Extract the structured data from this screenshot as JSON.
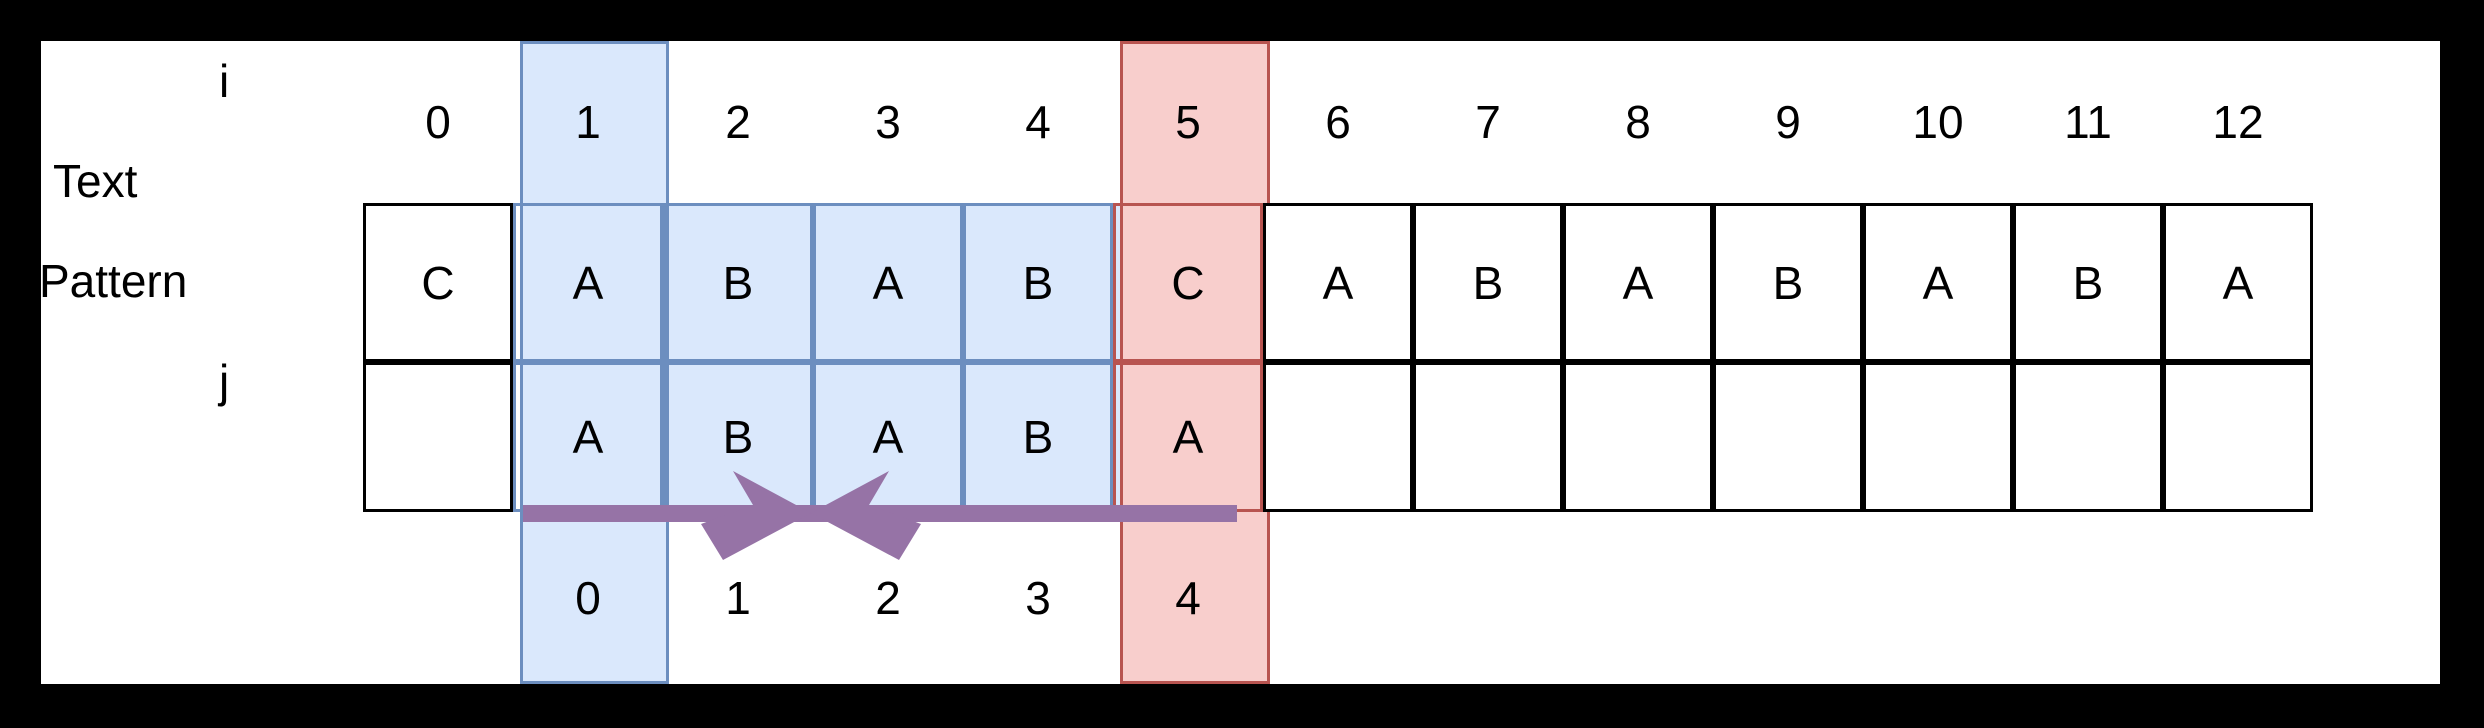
{
  "diagram": {
    "title": "string pattern matching alignment table",
    "row_labels": {
      "text": "Text",
      "pattern": "Pattern",
      "i": "i",
      "j": "j"
    },
    "colors": {
      "highlight_blue_fill": "#dae8fc",
      "highlight_blue_border": "#6c8ebf",
      "highlight_red_fill": "#f8cecc",
      "highlight_red_border": "#b85450",
      "arrow_purple": "#9673a6",
      "grid_line": "#000000",
      "canvas": "#ffffff",
      "page": "#000000"
    },
    "i_indices": [
      "0",
      "1",
      "2",
      "3",
      "4",
      "5",
      "6",
      "7",
      "8",
      "9",
      "10",
      "11",
      "12"
    ],
    "text_cells": [
      "C",
      "A",
      "B",
      "A",
      "B",
      "C",
      "A",
      "B",
      "A",
      "B",
      "A",
      "B",
      "A"
    ],
    "pattern_cells": [
      "",
      "A",
      "B",
      "A",
      "B",
      "A",
      "",
      "",
      "",
      "",
      "",
      "",
      ""
    ],
    "j_indices": [
      "",
      "0",
      "1",
      "2",
      "3",
      "4",
      "",
      "",
      "",
      "",
      "",
      "",
      ""
    ],
    "highlight": {
      "blue_columns": [
        1,
        2,
        3,
        4
      ],
      "blue_full_column": 1,
      "red_full_column": 5,
      "blue_text_cells": [
        1,
        2,
        3,
        4
      ],
      "blue_pattern_cells": [
        1,
        2,
        3,
        4
      ],
      "red_text_cell": 5,
      "red_pattern_cell": 5,
      "blue_j_cell": 0,
      "red_j_cell": 4
    },
    "arrow": {
      "name": "double-headed-span-arrow",
      "direction": "both",
      "spans_columns": "1-5",
      "color": "#9673a6"
    }
  }
}
